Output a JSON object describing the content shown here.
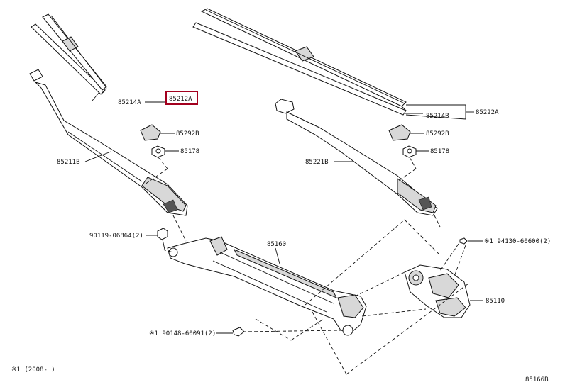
{
  "diagram": {
    "labels": {
      "p85214A": "85214A",
      "p85212A": "85212A",
      "p85222A": "85222A",
      "p85214B": "85214B",
      "p85292B_left": "85292B",
      "p85178_left": "85178",
      "p85211B": "85211B",
      "p85292B_right": "85292B",
      "p85178_right": "85178",
      "p85221B": "85221B",
      "p90119": "90119-06864(2)",
      "p85160": "85160",
      "p94130": "※1 94130-60600(2)",
      "p85110": "85110",
      "p90148": "※1 90148-60091(2)",
      "footnote": "※1 (2008-    )",
      "drawing_code": "85166B"
    },
    "highlight_color": "#a3001e"
  }
}
